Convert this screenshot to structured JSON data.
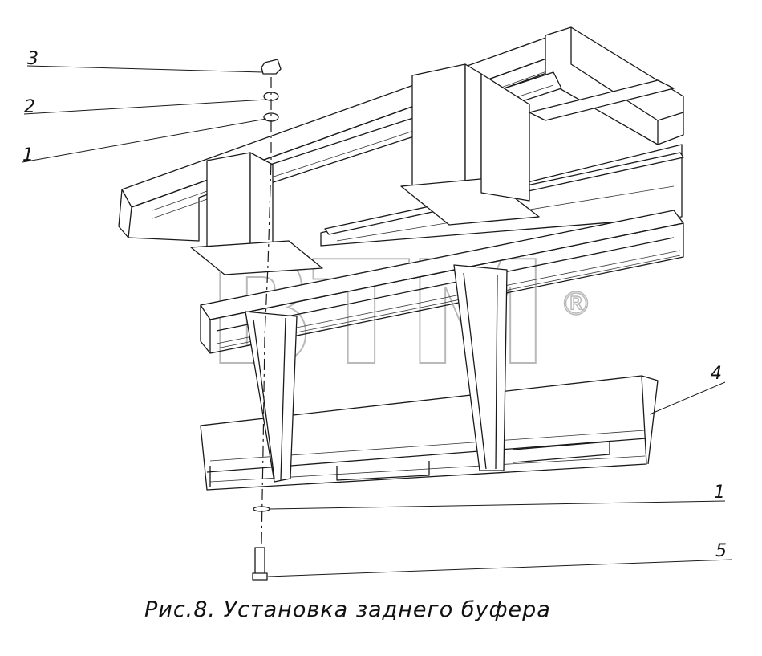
{
  "figure": {
    "caption": "Рис.8.  Установка заднего буфера",
    "watermark": "BTM",
    "watermark_mark": "®"
  },
  "callouts": [
    {
      "id": "c3",
      "label": "3"
    },
    {
      "id": "c2",
      "label": "2"
    },
    {
      "id": "c1a",
      "label": "1"
    },
    {
      "id": "c4",
      "label": "4"
    },
    {
      "id": "c1b",
      "label": "1"
    },
    {
      "id": "c5",
      "label": "5"
    }
  ]
}
